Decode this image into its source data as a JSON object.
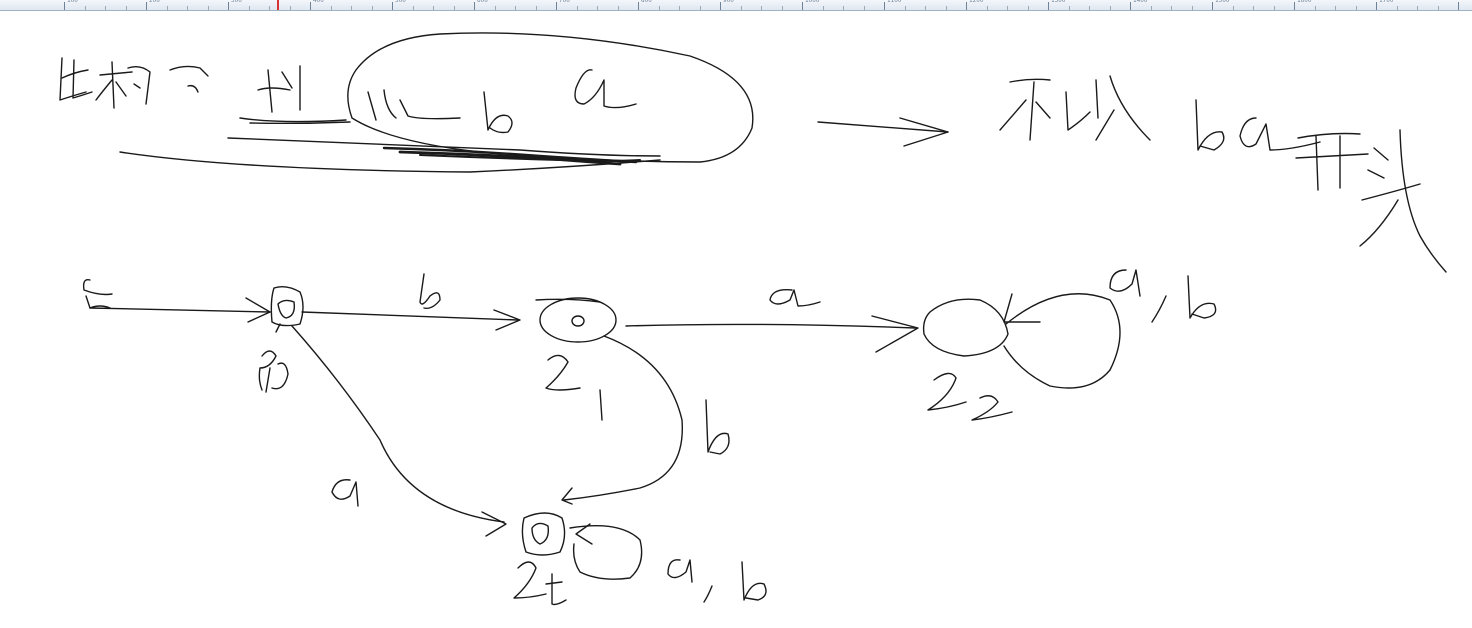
{
  "ruler": {
    "ticks": [
      "100",
      "200",
      "300",
      "400",
      "500",
      "600",
      "700",
      "800",
      "900",
      "1000",
      "1100",
      "1200",
      "1300",
      "1400",
      "1500",
      "1600",
      "1700"
    ]
  },
  "ink": {
    "color": "#1a1a1a",
    "highlight_color": "#000000"
  },
  "diagram": {
    "heading_left": "先构造以 b a",
    "heading_right": "不以 b a 开头",
    "states": [
      {
        "id": "q0",
        "label": "q0"
      },
      {
        "id": "q1",
        "label": "q1"
      },
      {
        "id": "q2",
        "label": "q2"
      },
      {
        "id": "qt",
        "label": "qt"
      }
    ],
    "start_label": "S",
    "edges": [
      {
        "from": "q0",
        "to": "q1",
        "label": "b"
      },
      {
        "from": "q1",
        "to": "q2",
        "label": "a"
      },
      {
        "from": "q2",
        "to": "q2",
        "label": "a,b"
      },
      {
        "from": "q0",
        "to": "qt",
        "label": "a"
      },
      {
        "from": "q1",
        "to": "qt",
        "label": "b"
      },
      {
        "from": "qt",
        "to": "qt",
        "label": "a,b"
      }
    ]
  }
}
